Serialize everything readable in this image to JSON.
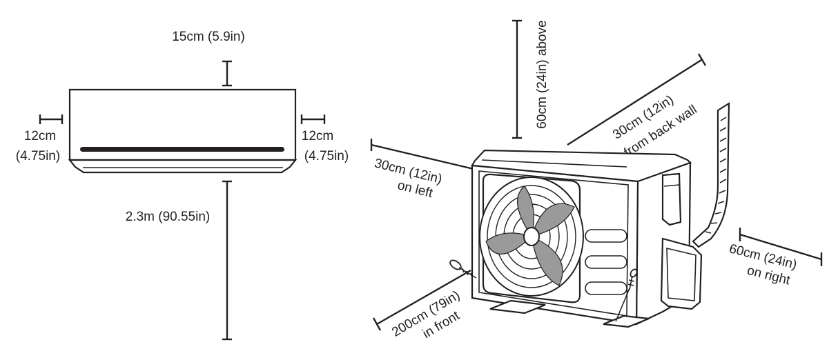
{
  "indoor_unit": {
    "clearance_top": "15cm (5.9in)",
    "clearance_left_line1": "12cm",
    "clearance_left_line2": "(4.75in)",
    "clearance_right_line1": "12cm",
    "clearance_right_line2": "(4.75in)",
    "clearance_floor": "2.3m (90.55in)"
  },
  "outdoor_unit": {
    "clearance_above": "60cm (24in) above",
    "clearance_back_line1": "30cm (12in)",
    "clearance_back_line2": "from back wall",
    "clearance_left_line1": "30cm (12in)",
    "clearance_left_line2": "on left",
    "clearance_right_line1": "60cm (24in)",
    "clearance_right_line2": "on right",
    "clearance_front_line1": "200cm (79in)",
    "clearance_front_line2": "in front"
  },
  "colors": {
    "ink": "#231f20",
    "fan_shade": "#9a9a9a",
    "background": "#ffffff"
  }
}
